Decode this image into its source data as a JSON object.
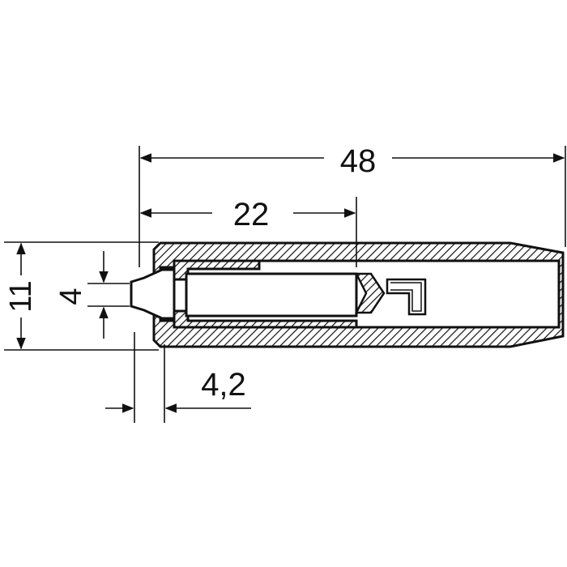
{
  "drawing": {
    "dimensions": {
      "total_length": "48",
      "socket_depth": "22",
      "outer_diameter": "11",
      "pin_diameter": "4",
      "tip_length": "4,2"
    },
    "colors": {
      "line": "#111111",
      "background": "#ffffff"
    }
  }
}
